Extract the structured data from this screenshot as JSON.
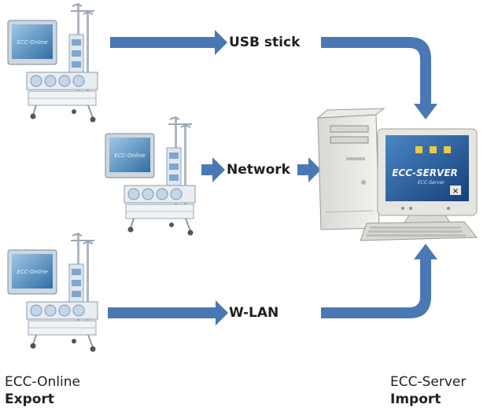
{
  "routes": [
    {
      "label": "USB stick"
    },
    {
      "label": "Network"
    },
    {
      "label": "W-LAN"
    }
  ],
  "devices": [
    {
      "screen_text": "ECC-Online"
    },
    {
      "screen_text": "ECC-Online"
    },
    {
      "screen_text": "ECC-Online"
    }
  ],
  "server": {
    "screen_title": "ECC-SERVER",
    "screen_subtitle": "ECC-Server"
  },
  "captions": {
    "left_line1": "ECC-Online",
    "left_line2": "Export",
    "right_line1": "ECC-Server",
    "right_line2": "Import"
  },
  "colors": {
    "arrow": "#4a78b5",
    "arrow_dark": "#3b63a0"
  }
}
